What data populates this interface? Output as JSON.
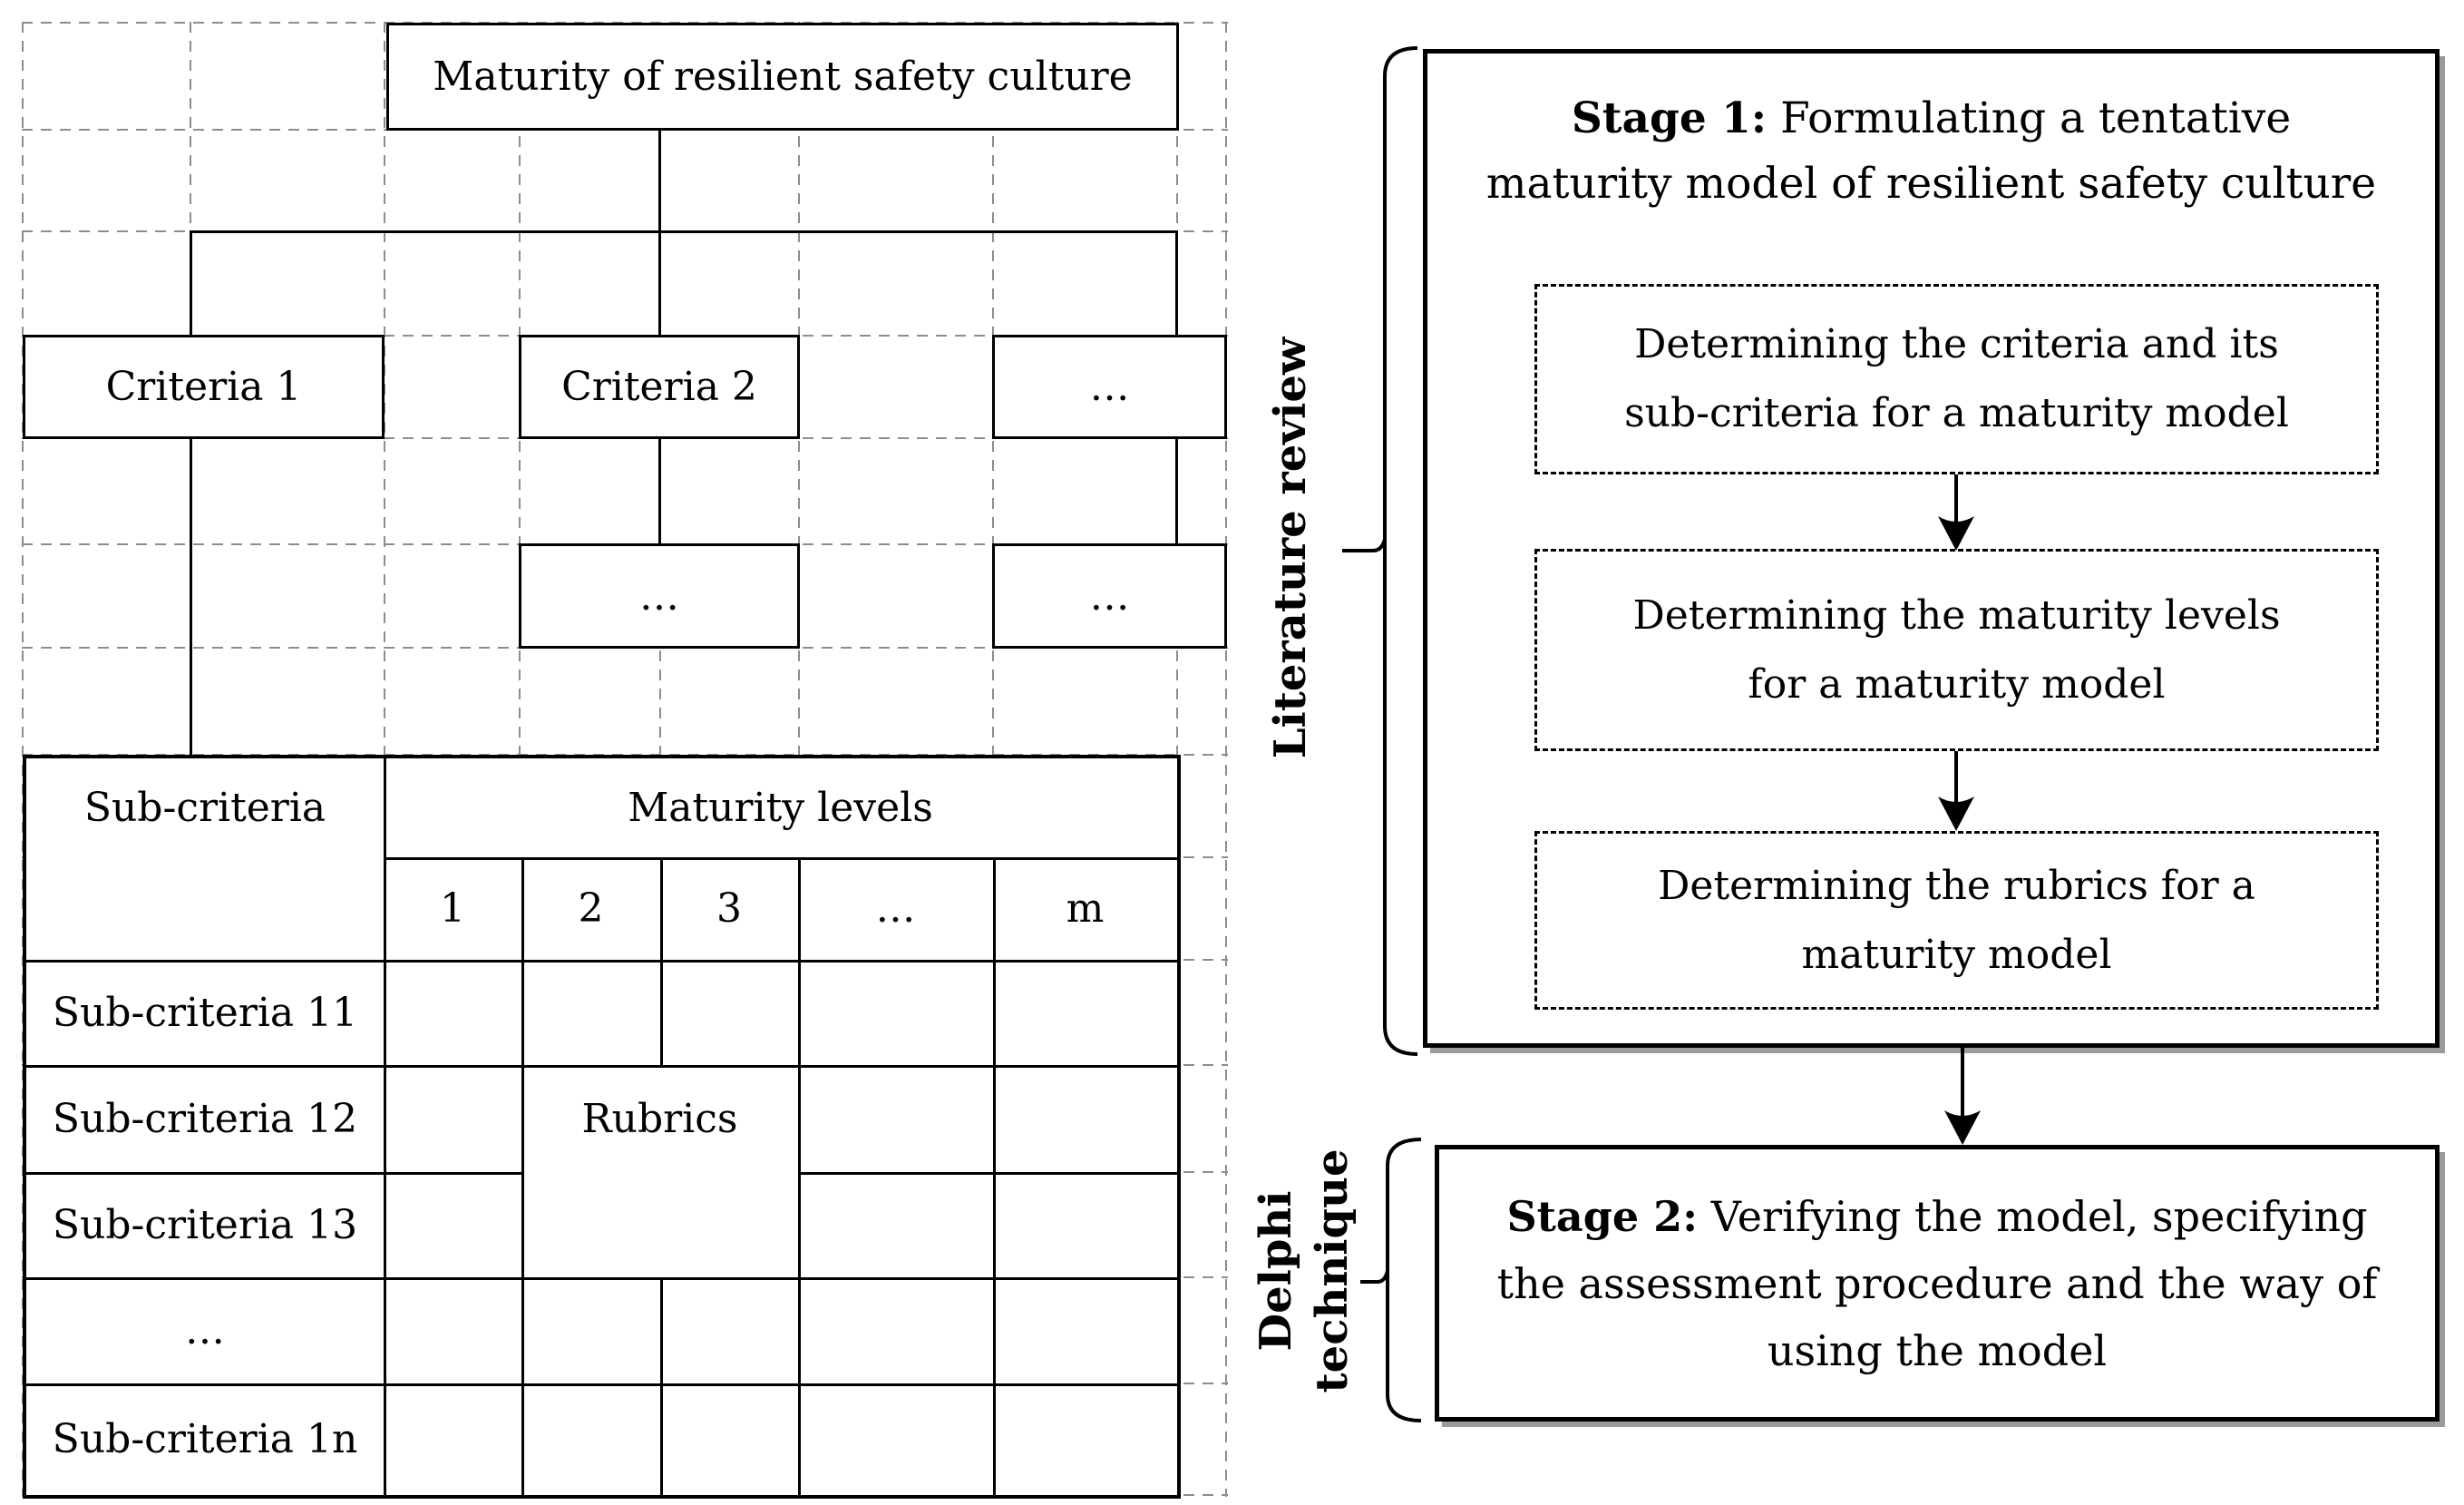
{
  "left": {
    "root_label": "Maturity of resilient safety culture",
    "criteria_1": "Criteria 1",
    "criteria_2": "Criteria 2",
    "criteria_more": "…",
    "sub_more_mid": "…",
    "sub_more_right": "…",
    "table": {
      "sub_criteria_header": "Sub-criteria",
      "maturity_levels_header": "Maturity levels",
      "levels": [
        "1",
        "2",
        "3",
        "…",
        "m"
      ],
      "rubrics_label": "Rubrics",
      "rows": [
        "Sub-criteria 11",
        "Sub-criteria 12",
        "Sub-criteria 13",
        "…",
        "Sub-criteria 1n"
      ]
    }
  },
  "right": {
    "stage1_bold": "Stage 1:",
    "stage1_line1_rest": " Formulating a tentative",
    "stage1_line2": "maturity model of resilient safety culture",
    "steps": [
      {
        "line1": "Determining the criteria and its",
        "line2": "sub-criteria for a maturity model"
      },
      {
        "line1": "Determining the maturity levels",
        "line2": "for a maturity model"
      },
      {
        "line1": "Determining the rubrics for a",
        "line2": "maturity model"
      }
    ],
    "stage2_bold": "Stage 2:",
    "stage2_line1_rest": " Verifying the model, specifying",
    "stage2_line2": "the assessment procedure and the way of",
    "stage2_line3": "using the model",
    "literature_label": "Literature review",
    "delphi_line1": "Delphi",
    "delphi_line2": "technique"
  },
  "colors": {
    "line": "#000000",
    "grid_dash": "#8d8d8d",
    "shadow": "#9b9b9b",
    "background": "#ffffff"
  }
}
